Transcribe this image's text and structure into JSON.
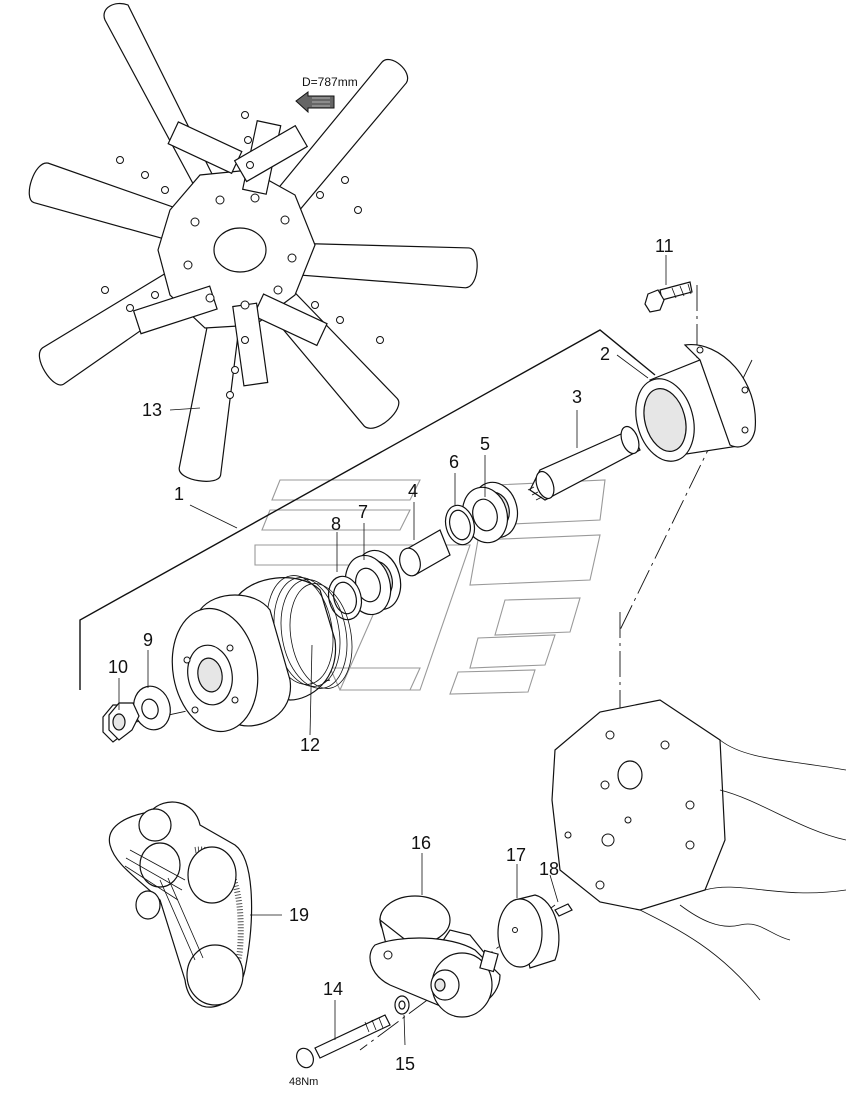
{
  "diagram": {
    "diameter_note": "D=787mm",
    "callouts": [
      {
        "id": "c1",
        "label": "1"
      },
      {
        "id": "c2",
        "label": "2"
      },
      {
        "id": "c3",
        "label": "3"
      },
      {
        "id": "c4",
        "label": "4"
      },
      {
        "id": "c5",
        "label": "5"
      },
      {
        "id": "c6",
        "label": "6"
      },
      {
        "id": "c7",
        "label": "7"
      },
      {
        "id": "c8",
        "label": "8"
      },
      {
        "id": "c9",
        "label": "9"
      },
      {
        "id": "c10",
        "label": "10"
      },
      {
        "id": "c11",
        "label": "11"
      },
      {
        "id": "c12",
        "label": "12"
      },
      {
        "id": "c13",
        "label": "13"
      },
      {
        "id": "c14",
        "label": "14"
      },
      {
        "id": "c15",
        "label": "15"
      },
      {
        "id": "c16",
        "label": "16"
      },
      {
        "id": "c17",
        "label": "17"
      },
      {
        "id": "c18",
        "label": "18"
      },
      {
        "id": "c19",
        "label": "19"
      }
    ],
    "torque_note": "48Nm"
  }
}
